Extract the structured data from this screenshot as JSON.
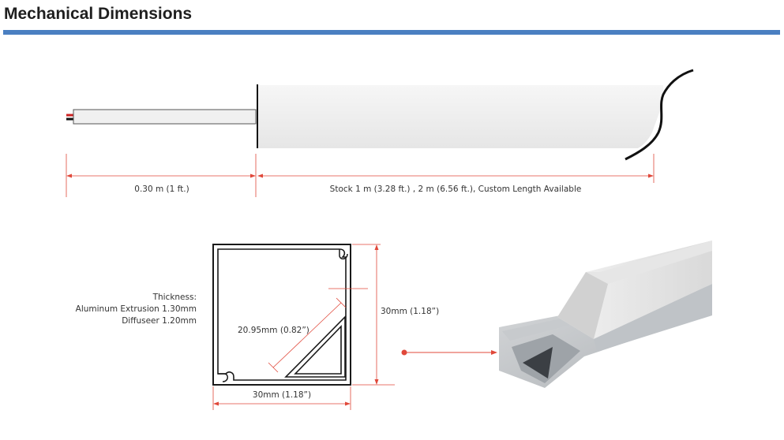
{
  "header": {
    "title": "Mechanical Dimensions",
    "accent_color": "#4a7fc1"
  },
  "side_view": {
    "cable_length_label": "0.30 m (1 ft.)",
    "profile_length_label": "Stock 1 m (3.28 ft.) , 2 m (6.56 ft.), Custom Length Available"
  },
  "cross_section": {
    "thickness_heading": "Thickness:",
    "extrusion_thickness": "Aluminum Extrusion 1.30mm",
    "diffuser_thickness": "Diffuseer 1.20mm",
    "diagonal_label": "20.95mm (0.82”)",
    "height_label": "30mm (1.18”)",
    "width_label": "30mm (1.18”)"
  },
  "render_view": {
    "pointer_color": "#e0483a"
  }
}
